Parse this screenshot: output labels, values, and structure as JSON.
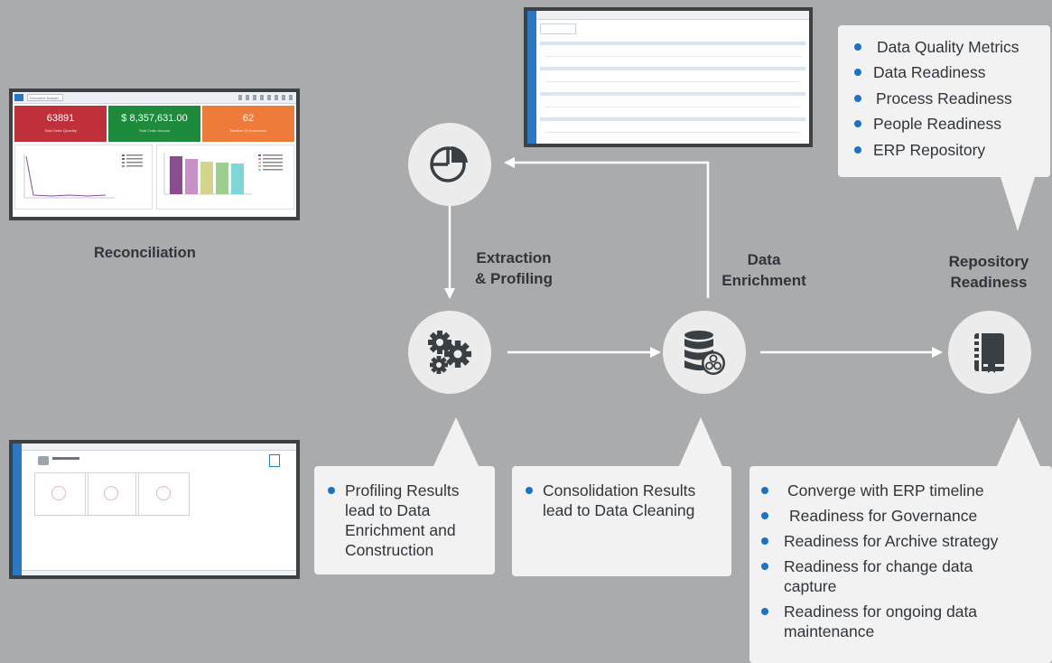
{
  "stages": {
    "extraction": "Extraction\n& Profiling",
    "enrichment": "Data\nEnrichment",
    "repository": "Repository\nReadiness"
  },
  "reconciliation_caption": "Reconciliation",
  "icons": {
    "profiling": "pie-chart-icon",
    "extraction": "gears-icon",
    "enrichment": "database-icon",
    "repository": "book-icon"
  },
  "dashboard": {
    "tab": "Executive Analytic",
    "tiles": [
      {
        "value": "63891",
        "label": "Total Order Quantity",
        "color": "#c0303a"
      },
      {
        "value": "$ 8,357,631.00",
        "label": "Total Order Amount",
        "color": "#1e8a3c"
      },
      {
        "value": "62",
        "label": "Number Of Customers",
        "color": "#ef7b3a"
      }
    ],
    "bar_colors": [
      "#8a4d8f",
      "#c98fc6",
      "#d4d48a",
      "#9dcf8f",
      "#7fd6d8"
    ]
  },
  "top_callout": {
    "items": [
      "Data Quality Metrics",
      "Data Readiness",
      "Process Readiness",
      "People Readiness",
      "ERP Repository"
    ]
  },
  "profiling_callout": {
    "items": [
      "Profiling Results\nlead to Data\nEnrichment and\nConstruction"
    ]
  },
  "consolidation_callout": {
    "items": [
      "Consolidation Results\nlead to Data Cleaning"
    ]
  },
  "readiness_callout": {
    "items": [
      "Converge with ERP timeline",
      "Readiness for Governance",
      "Readiness for Archive strategy",
      "Readiness for change data\ncapture",
      "Readiness for ongoing data\nmaintenance"
    ]
  },
  "colors": {
    "background": "#a9abad",
    "accent": "#1a73c7",
    "circle": "#ececec",
    "icon": "#3a3f44"
  }
}
